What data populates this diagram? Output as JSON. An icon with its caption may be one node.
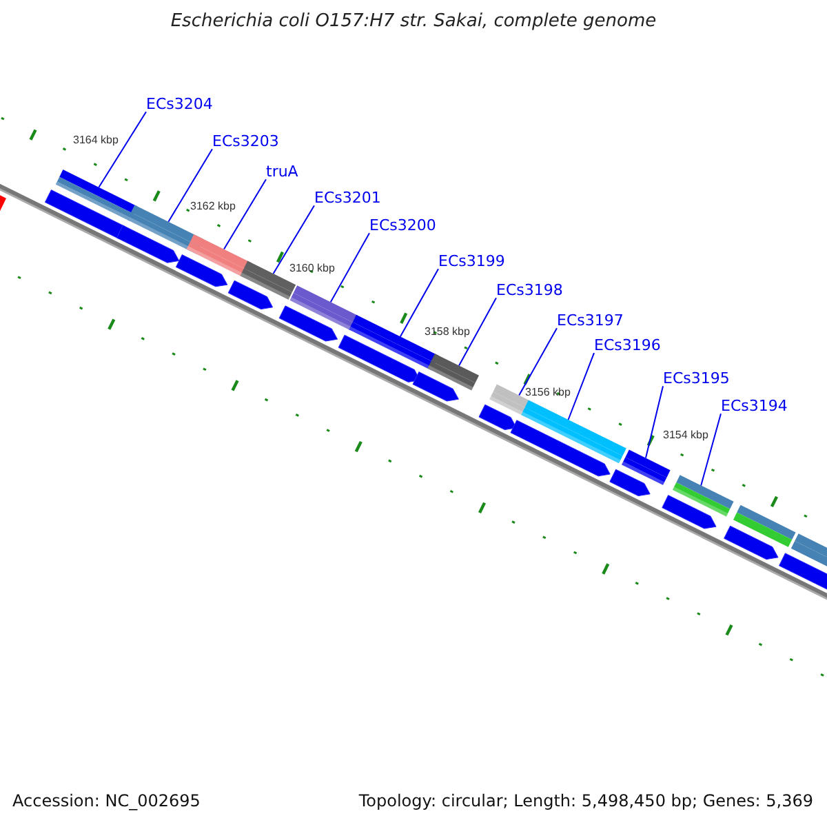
{
  "diagram": {
    "title": "Escherichia coli O157:H7 str. Sakai, complete genome",
    "nodes": [
      {
        "text": [
          "ECs3204"
        ]
      },
      {
        "text": [
          "ECs3203"
        ]
      },
      {
        "text": [
          "truA"
        ]
      },
      {
        "text": [
          "ECs3201"
        ]
      },
      {
        "text": [
          "ECs3200"
        ]
      },
      {
        "text": [
          "ECs3199"
        ]
      },
      {
        "text": [
          "ECs3198"
        ]
      },
      {
        "text": [
          "ECs3197"
        ]
      },
      {
        "text": [
          "ECs3196"
        ]
      },
      {
        "text": [
          "ECs3195"
        ]
      },
      {
        "text": [
          "ECs3194"
        ]
      },
      {
        "text": [],
        "shape": "bar"
      },
      {
        "text": [],
        "shape": "bar"
      },
      {
        "text": [],
        "shape": "bar"
      },
      {
        "text": [],
        "shape": "bar"
      },
      {
        "text": [],
        "shape": "bar"
      },
      {
        "text": [],
        "shape": "bar"
      },
      {
        "text": [],
        "shape": "bar"
      },
      {
        "text": [],
        "shape": "bar"
      },
      {
        "text": [],
        "shape": "bar"
      },
      {
        "text": [],
        "shape": "bar"
      },
      {
        "text": [],
        "shape": "bar"
      }
    ],
    "edges": [
      {
        "from": 0,
        "to": 11,
        "arrow": "none"
      },
      {
        "from": 1,
        "to": 12,
        "arrow": "none"
      },
      {
        "from": 2,
        "to": 13,
        "arrow": "none"
      },
      {
        "from": 3,
        "to": 14,
        "arrow": "none"
      },
      {
        "from": 4,
        "to": 15,
        "arrow": "none"
      },
      {
        "from": 5,
        "to": 16,
        "arrow": "none"
      },
      {
        "from": 6,
        "to": 17,
        "arrow": "none"
      },
      {
        "from": 7,
        "to": 18,
        "arrow": "none"
      },
      {
        "from": 8,
        "to": 19,
        "arrow": "none"
      },
      {
        "from": 9,
        "to": 20,
        "arrow": "none"
      },
      {
        "from": 10,
        "to": 21,
        "arrow": "none"
      }
    ],
    "labels": [
      "3164 kbp",
      "3162 kbp",
      "3160 kbp",
      "3158 kbp",
      "3156 kbp",
      "3154 kbp",
      "Accession: NC_002695",
      "Topology: circular; Length: 5,498,450 bp; Genes: 5,369"
    ]
  }
}
